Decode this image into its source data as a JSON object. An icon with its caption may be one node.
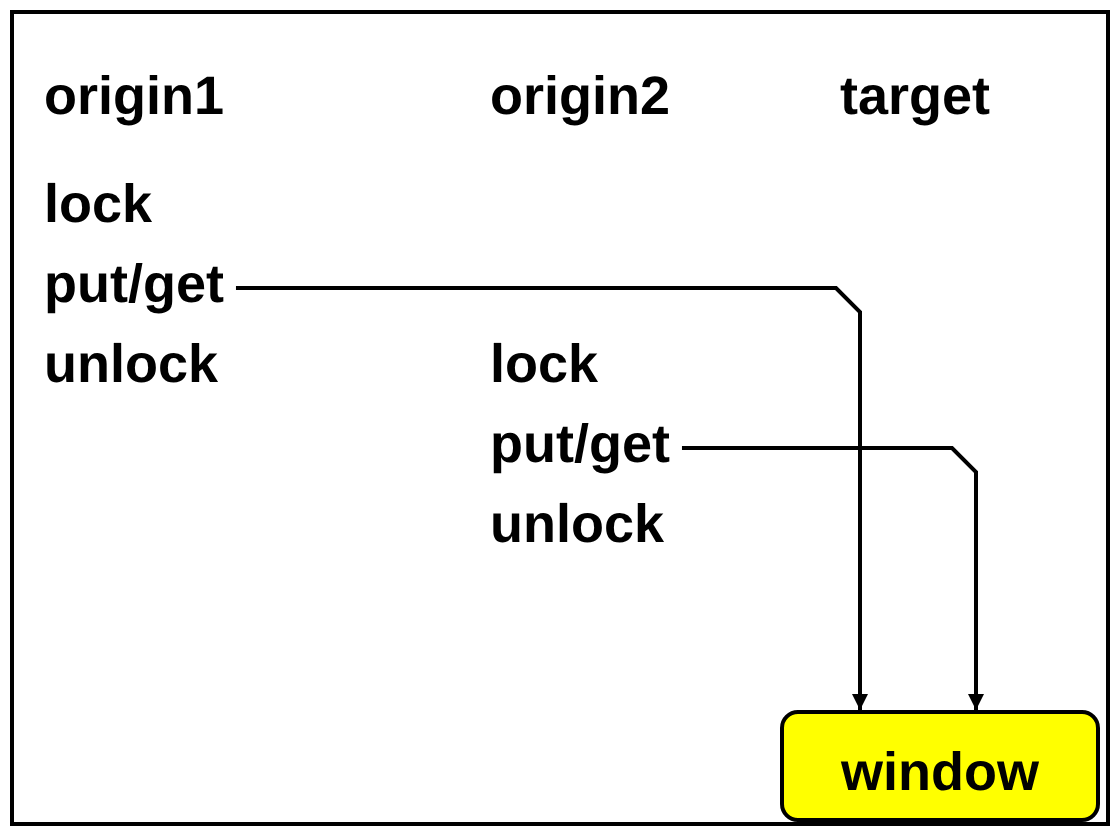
{
  "diagram": {
    "nodes": [
      {
        "text": [
          "put/get"
        ]
      },
      {
        "text": [
          "put/get"
        ]
      },
      {
        "text": [
          "window"
        ]
      }
    ],
    "edges": [
      {
        "from": 0,
        "to": 2,
        "arrow": "to"
      },
      {
        "from": 1,
        "to": 2,
        "arrow": "to"
      }
    ],
    "labels": [
      "origin1",
      "origin2",
      "target",
      "lock",
      "unlock",
      "lock",
      "unlock"
    ]
  }
}
